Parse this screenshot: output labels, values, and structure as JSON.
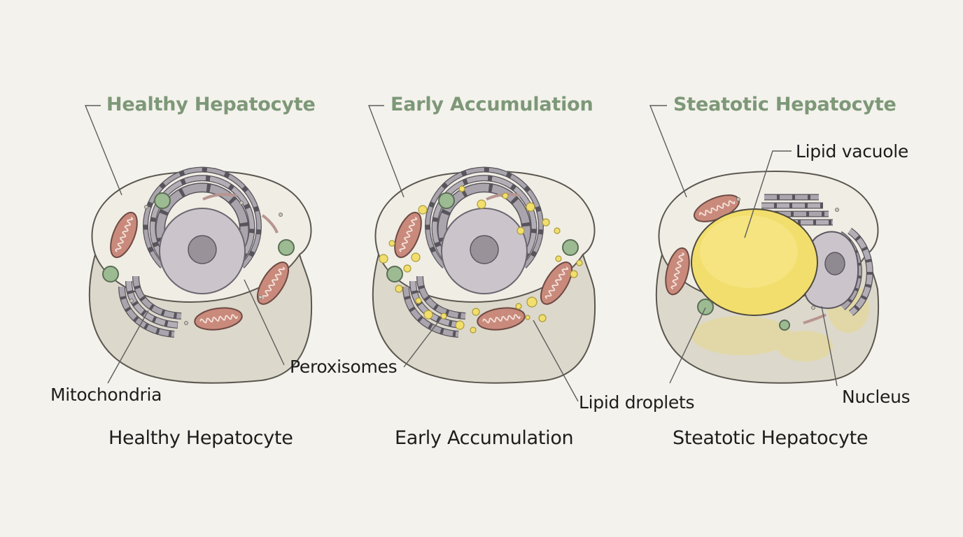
{
  "colors": {
    "background": "#f4f2ec",
    "title": "#7d9878",
    "cell_fill": "#efede4",
    "cell_side": "#dcd8cb",
    "cell_outline": "#5b5750",
    "golgi": "#a8a3ab",
    "nucleus": "#cbc5cb",
    "mitochondria": "#c98a7c",
    "peroxisome": "#9dbb92",
    "lipid": "#f2de6c",
    "leader": "#5d5d5d"
  },
  "panels": [
    {
      "title": "Healthy Hepatocyte",
      "caption": "Healthy Hepatocyte"
    },
    {
      "title": "Early Accumulation",
      "caption": "Early Accumulation"
    },
    {
      "title": "Steatotic Hepatocyte",
      "caption": "Steatotic Hepatocyte"
    }
  ],
  "labels": {
    "mitochondria": "Mitochondria",
    "peroxisomes": "Peroxisomes",
    "lipid_droplets": "Lipid droplets",
    "lipid_vacuole": "Lipid vacuole",
    "nucleus": "Nucleus"
  },
  "icons": [
    "mitochondrion-icon",
    "golgi-stack-icon",
    "nucleus-icon",
    "peroxisome-icon",
    "lipid-droplet-icon",
    "lipid-vacuole-icon"
  ]
}
